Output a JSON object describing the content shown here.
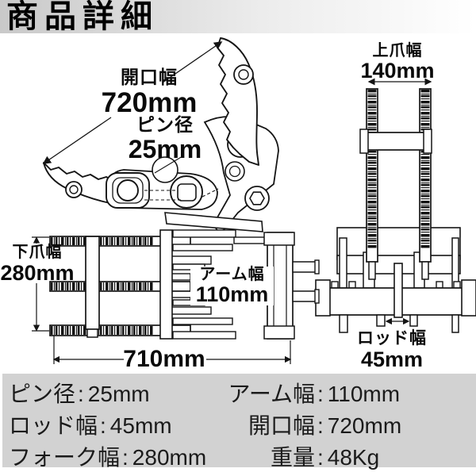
{
  "header": {
    "title": "商品詳細"
  },
  "side_view": {
    "opening_label": "開口幅",
    "opening_value": "720mm",
    "pin_label": "ピン径",
    "pin_value": "25mm"
  },
  "front_view": {
    "upper_claw_label": "上爪幅",
    "upper_claw_value": "140mm",
    "rod_label": "ロッド幅",
    "rod_value": "45mm"
  },
  "top_view": {
    "lower_claw_label": "下爪幅",
    "lower_claw_value": "280mm",
    "arm_label": "アーム幅",
    "arm_value": "110mm",
    "length_value": "710mm"
  },
  "specs": {
    "colon": ":",
    "left": [
      {
        "label": "ピン径",
        "value": "25mm"
      },
      {
        "label": "ロッド幅",
        "value": "45mm"
      },
      {
        "label": "フォーク幅",
        "value": "280mm"
      }
    ],
    "right": [
      {
        "label": "アーム幅",
        "value": "110mm"
      },
      {
        "label": "開口幅",
        "value": "720mm"
      },
      {
        "label": "重量",
        "value": "48Kg"
      }
    ]
  },
  "colors": {
    "line": "#151515",
    "spec_panel_bg": "#d2d2d2",
    "header_gradient_left": "#c9c9c9",
    "header_gradient_right": "#ffffff",
    "text": "#000000"
  }
}
